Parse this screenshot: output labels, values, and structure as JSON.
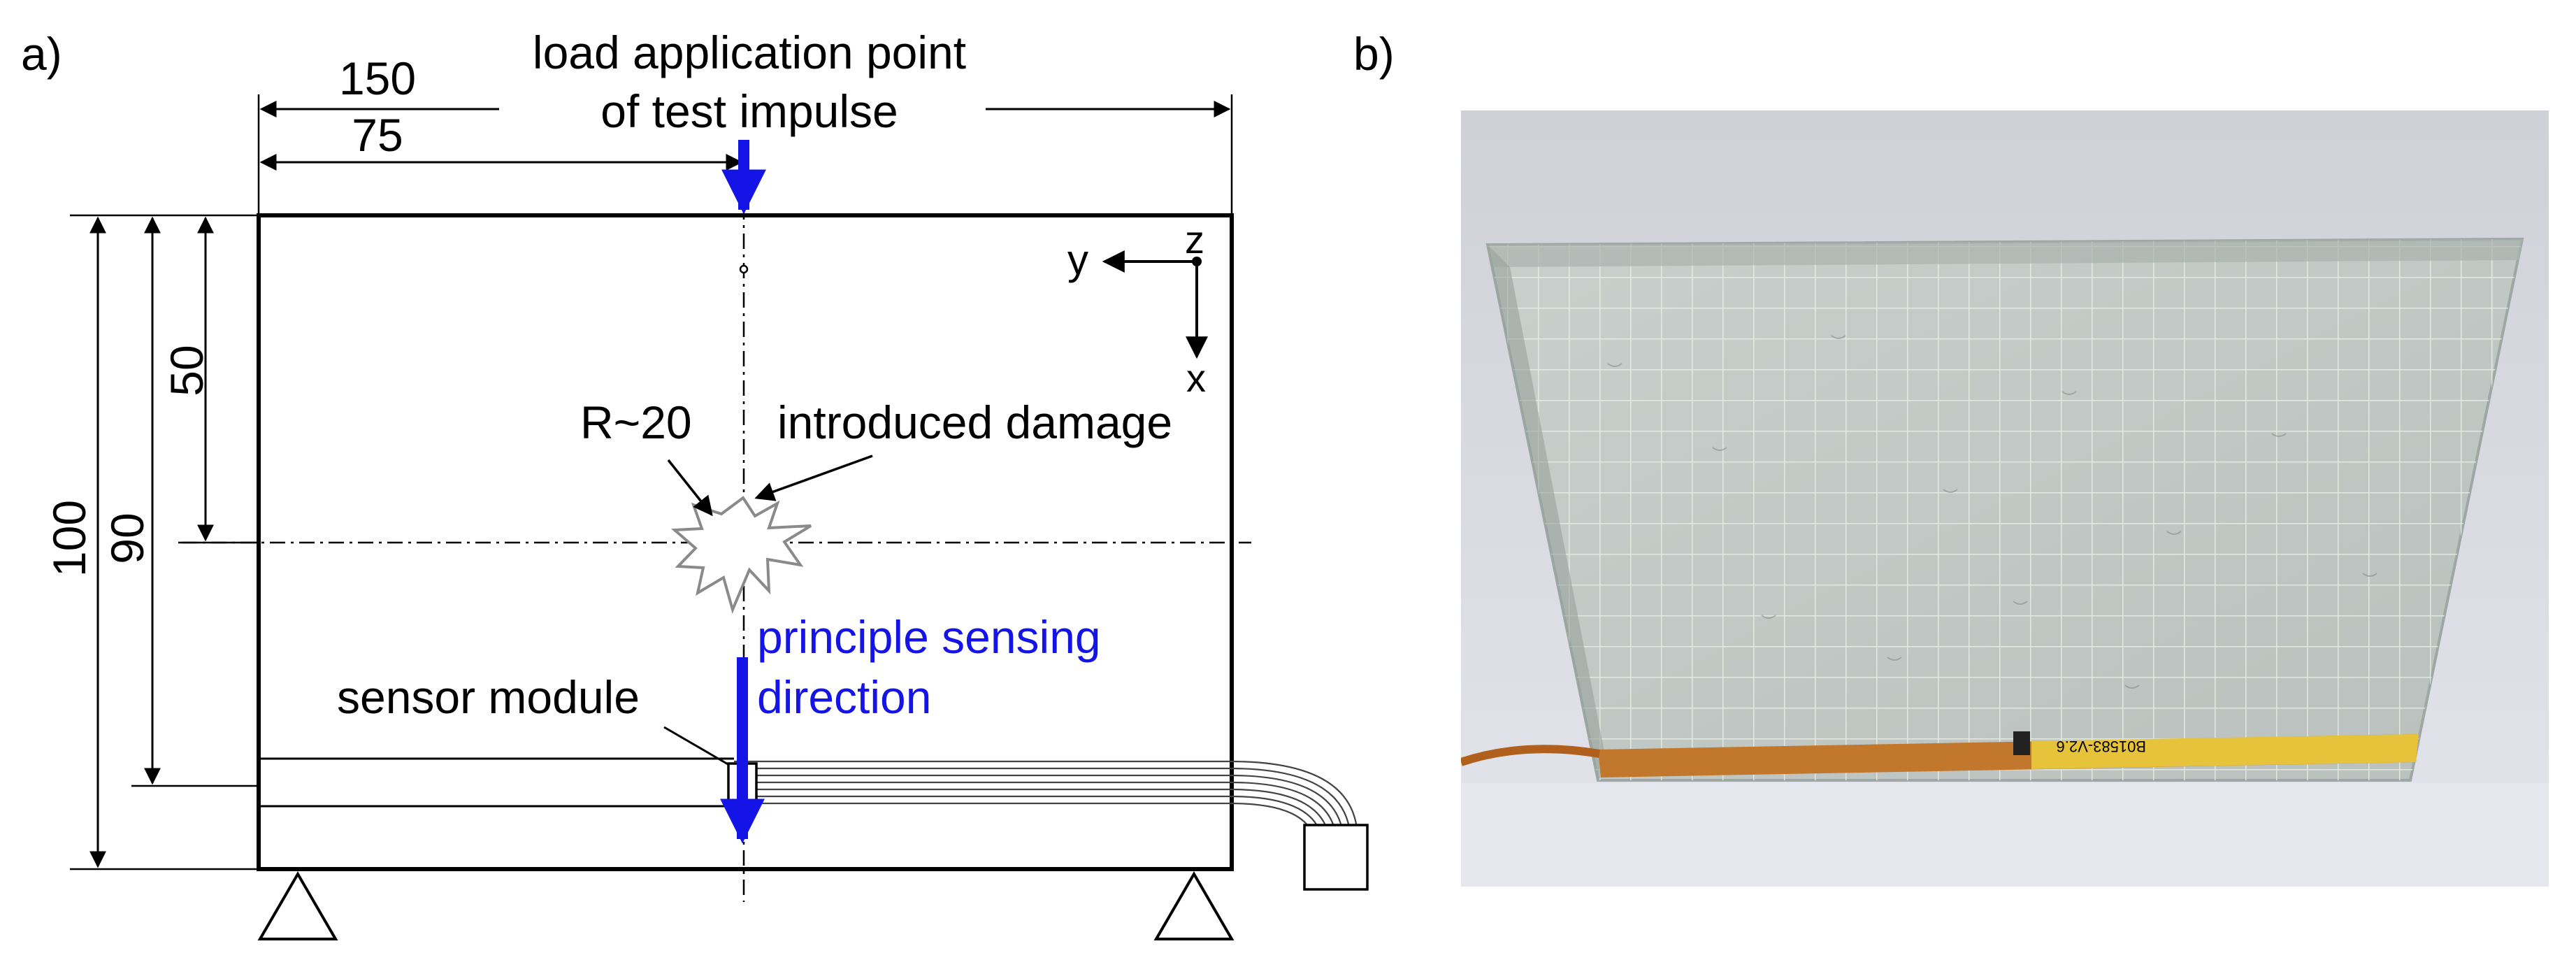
{
  "panel_a": {
    "label": "a)",
    "dims": {
      "width_150": "150",
      "half_75": "75",
      "height_100": "100",
      "sensor_90": "90",
      "center_50": "50"
    },
    "load_label_line1": "load application point",
    "load_label_line2": "of test impulse",
    "radius_label": "R~20",
    "damage_label": "introduced damage",
    "sensing_line1": "principle sensing",
    "sensing_line2": "direction",
    "sensor_label": "sensor module",
    "axes": {
      "y": "y",
      "z": "z",
      "x": "x"
    },
    "colors": {
      "line": "#000000",
      "sensing": "#1414e6",
      "damage": "#888888"
    }
  },
  "panel_b": {
    "label": "b)",
    "photo": {
      "description_icon": "photo-glass-plate-with-embedded-sensor",
      "strip_text": "B01583-V2.6"
    }
  }
}
